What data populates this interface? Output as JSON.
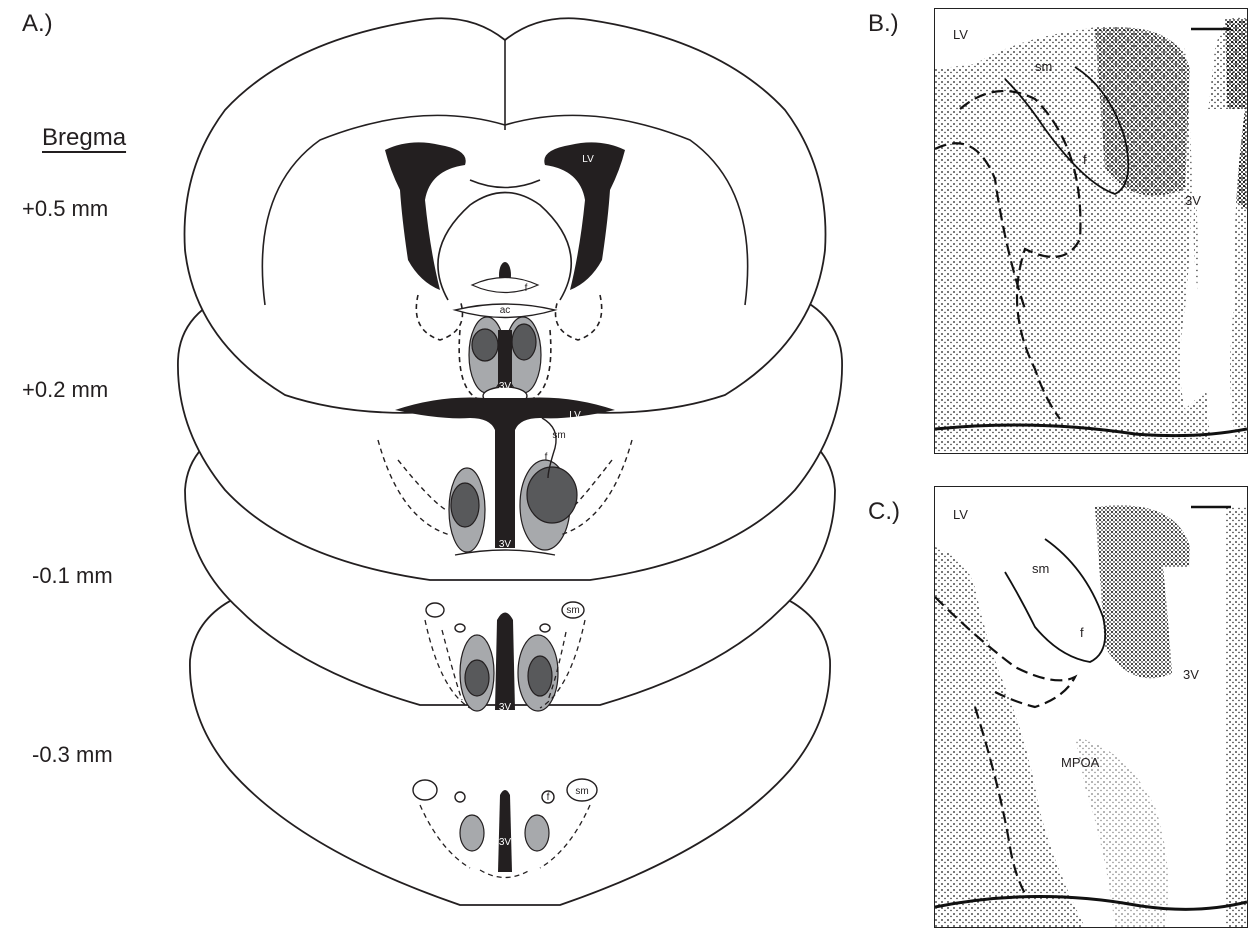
{
  "panel_a": {
    "label": "A.)",
    "bregma": {
      "title": "Bregma",
      "levels": [
        "+0.5 mm",
        "+0.2 mm",
        "-0.1 mm",
        "-0.3 mm"
      ]
    },
    "labels": {
      "lv_top": "LV",
      "f_top": "f",
      "ac": "ac",
      "v3_1": "3V",
      "lv_2": "LV",
      "sm_2": "sm",
      "f_2": "f",
      "v3_2": "3V",
      "sm_3": "sm",
      "v3_3": "3V",
      "f_4": "f",
      "sm_4": "sm",
      "v3_4": "3V"
    }
  },
  "panel_b": {
    "label": "B.)",
    "labels": {
      "lv": "LV",
      "sm": "sm",
      "f": "f",
      "v3": "3V"
    }
  },
  "panel_c": {
    "label": "C.)",
    "labels": {
      "lv": "LV",
      "sm": "sm",
      "f": "f",
      "v3": "3V",
      "mpoa": "MPOA"
    }
  },
  "colors": {
    "ink": "#231f20",
    "lesion_light": "#a7a9ac",
    "lesion_dark": "#58595b",
    "tissue_stain": "#1a1a1a"
  }
}
